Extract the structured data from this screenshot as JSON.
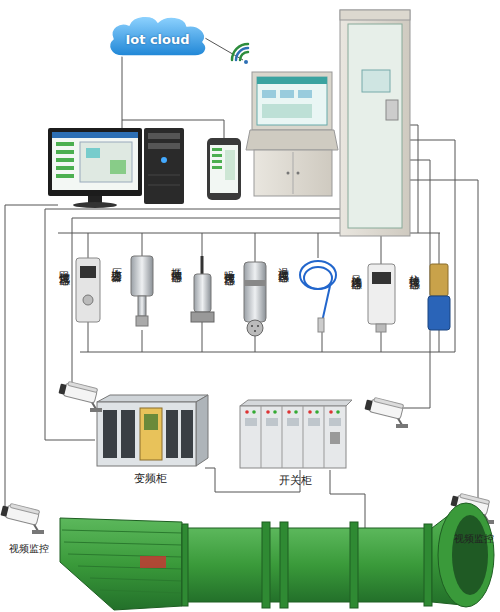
{
  "diagram": {
    "nodes": [
      {
        "text": [
          "Iot cloud"
        ]
      },
      {
        "text": [
          "甲烷传感器"
        ]
      },
      {
        "text": [
          "压力变送器"
        ]
      },
      {
        "text": [
          "振动传感器"
        ]
      },
      {
        "text": [
          "噪声传感器"
        ]
      },
      {
        "text": [
          "温度传感器"
        ]
      },
      {
        "text": [
          "风速传感器"
        ]
      },
      {
        "text": [
          "位移传感器"
        ]
      },
      {
        "text": [
          "变频柜"
        ]
      },
      {
        "text": [
          "开关柜"
        ]
      },
      {
        "text": [
          "视频监控"
        ]
      },
      {
        "text": [
          "视频监控"
        ]
      }
    ]
  }
}
